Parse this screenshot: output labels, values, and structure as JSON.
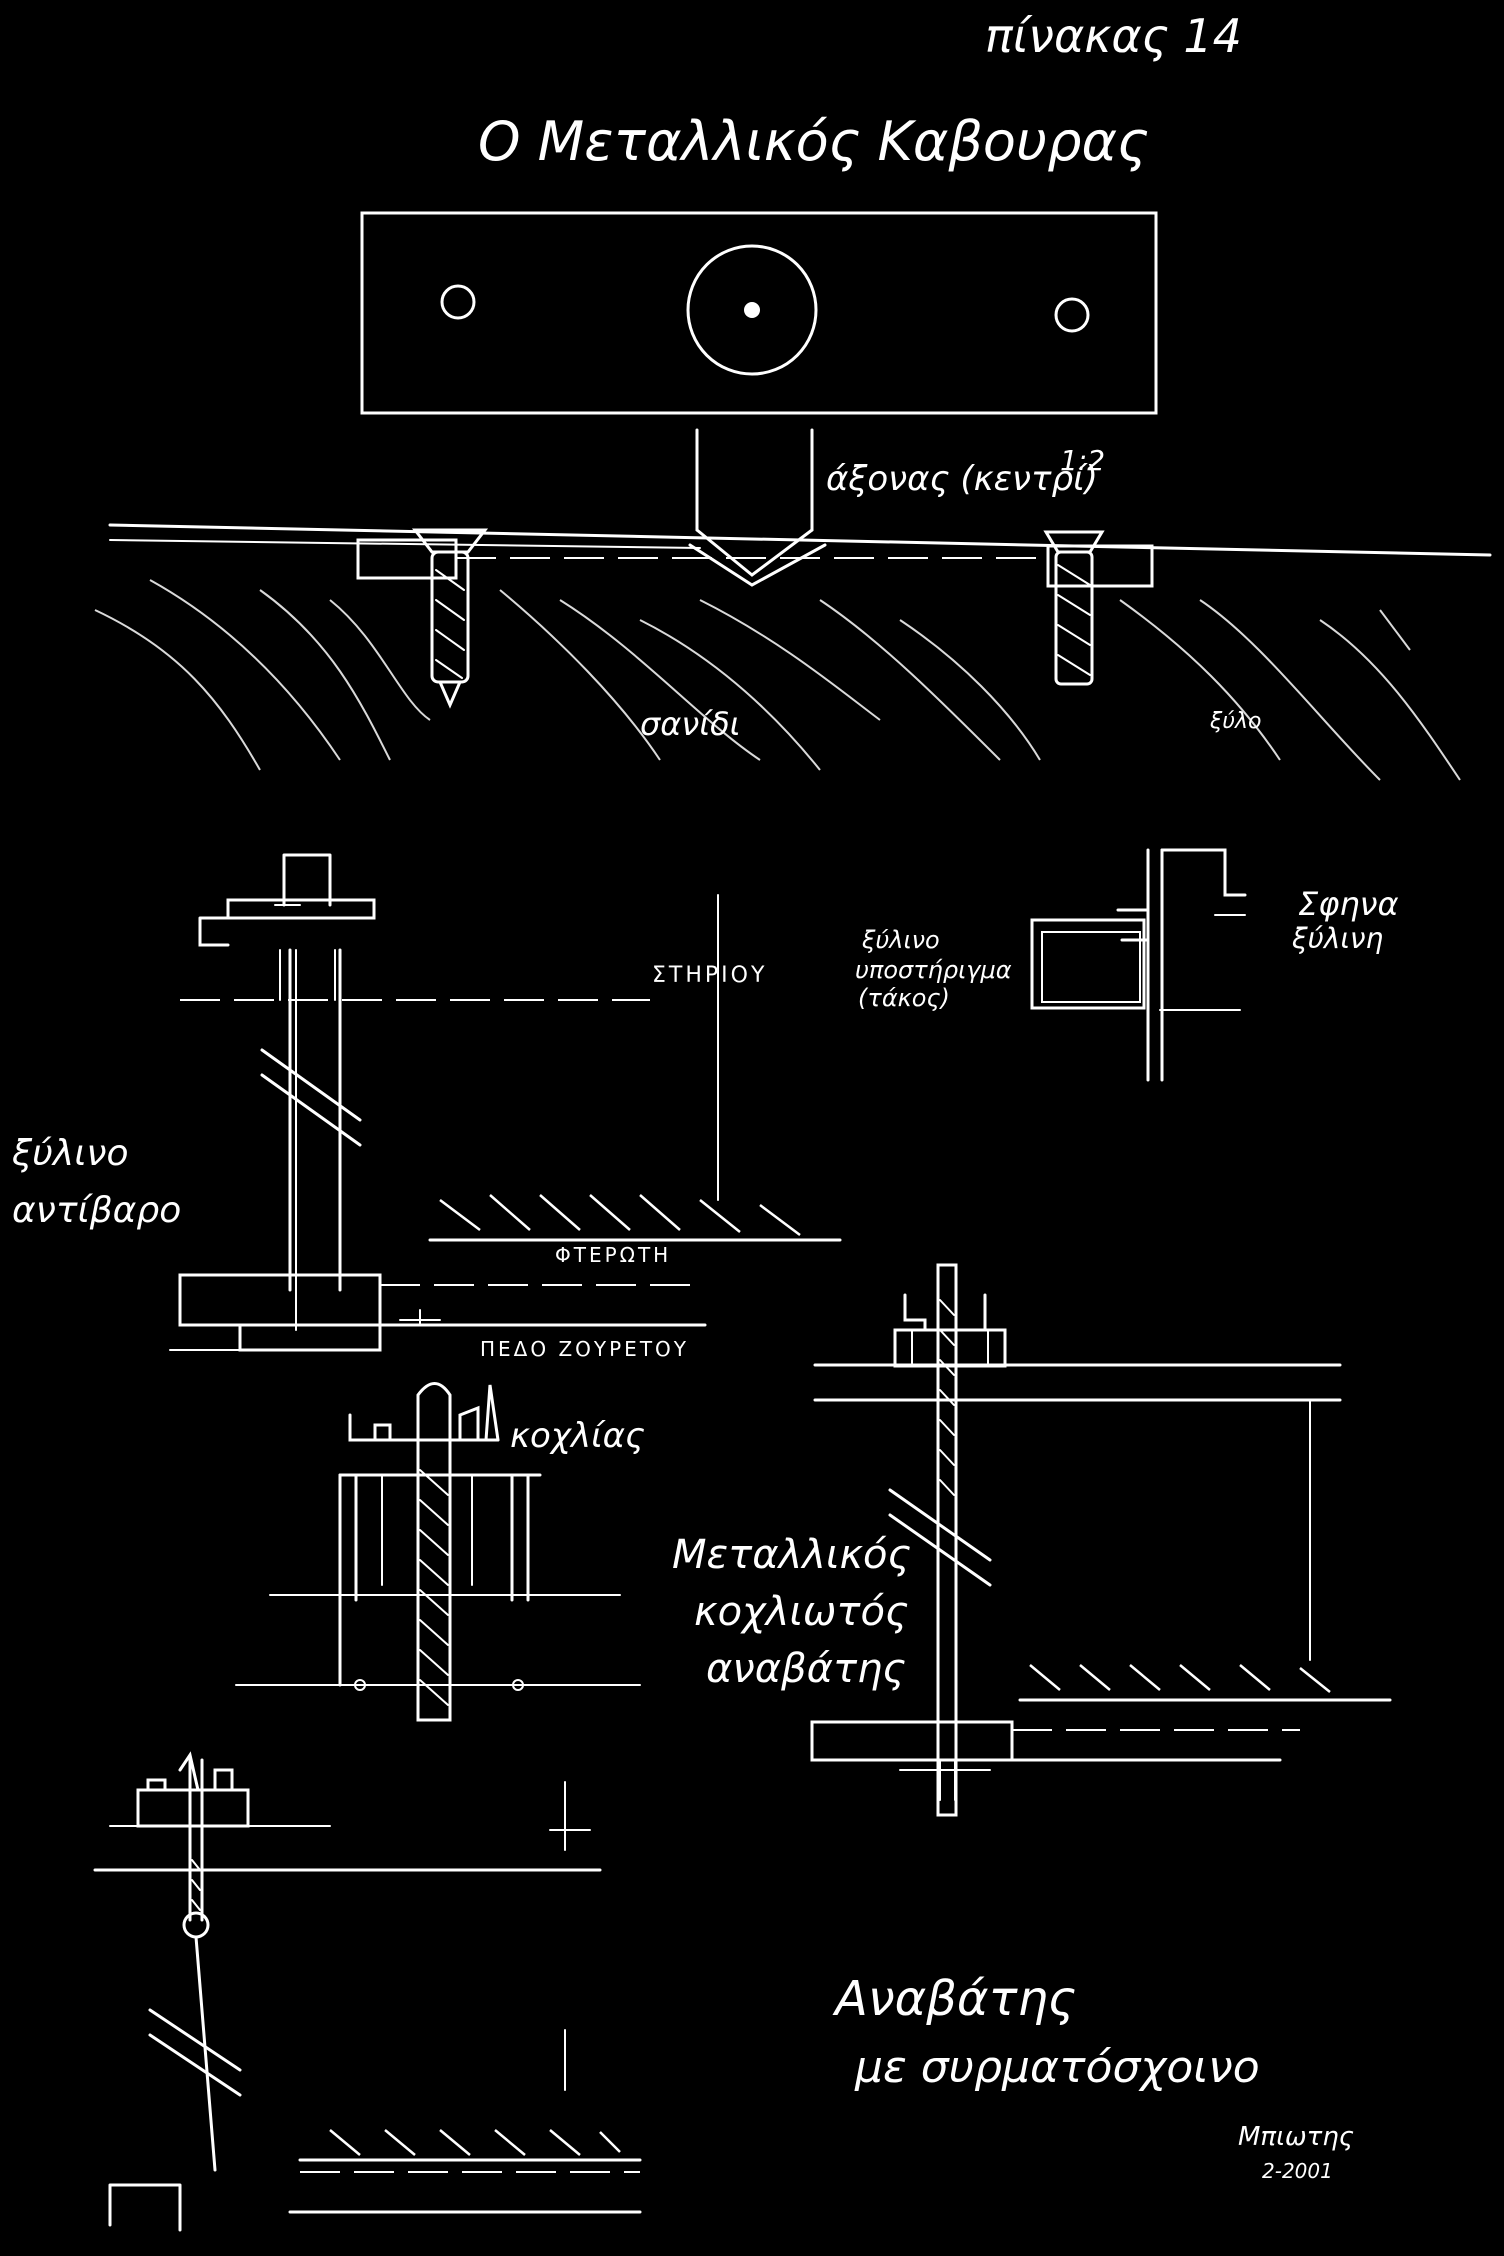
{
  "sheet": {
    "plate_number": "πίνακας 14",
    "title": "Ο Μεταλλικός Καβουρας"
  },
  "figure1": {
    "axis_label": "άξονας (κεντρί)",
    "scale": "1:2",
    "board_label": "σανίδι",
    "wood_note": "ξύλο"
  },
  "figure2": {
    "stand_label": "ΣΤΗΡΙΟΥ",
    "side_label_line1": "ξύλινο",
    "side_label_line2": "αντίβαρο",
    "blade_label": "ΦΤΕΡΩΤΗ",
    "floor_label": "ΠΕΔΟ ΖΟΥΡΕΤΟΥ"
  },
  "figure3": {
    "support_line1": "ξύλινο",
    "support_line2": "υποστήριγμα",
    "support_line3": "(τάκος)",
    "rail_line1": "Σφηνα",
    "rail_line2": "ξύλινη"
  },
  "figure4": {
    "screw_label": "κοχλίας"
  },
  "figure5": {
    "label_line1": "Μεταλλικός",
    "label_line2": "κοχλιωτός",
    "label_line3": "αναβάτης"
  },
  "figure6": {
    "label_line1": "Αναβάτης",
    "label_line2": "με συρματόσχοινο"
  },
  "signature": {
    "name": "Μπιωτης",
    "date": "2-2001"
  }
}
